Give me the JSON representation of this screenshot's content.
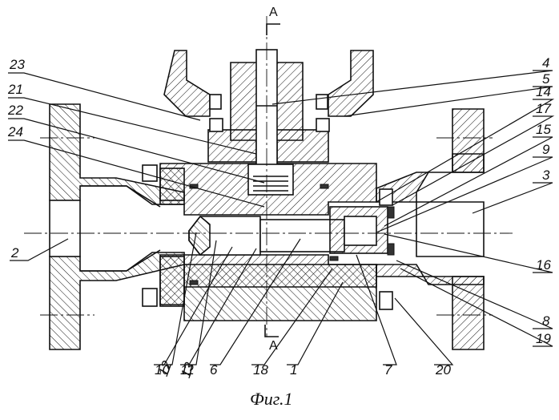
{
  "figure": {
    "caption": "Фиг.1",
    "section_marker_top": "A",
    "section_marker_bottom": "A",
    "subject": "Ball/plug valve cross-section (patent drawing)"
  },
  "labels": {
    "l23": "23",
    "l21": "21",
    "l22": "22",
    "l24": "24",
    "l4": "4",
    "l5": "5",
    "l14": "14",
    "l17": "17",
    "l15": "15",
    "l9": "9",
    "l3": "3",
    "l16": "16",
    "l8": "8",
    "l19": "19",
    "l2": "2",
    "l12": "12",
    "l13": "13",
    "l10": "10",
    "l11": "11",
    "l6": "6",
    "l18": "18",
    "l1": "1",
    "l7": "7",
    "l20": "20"
  }
}
